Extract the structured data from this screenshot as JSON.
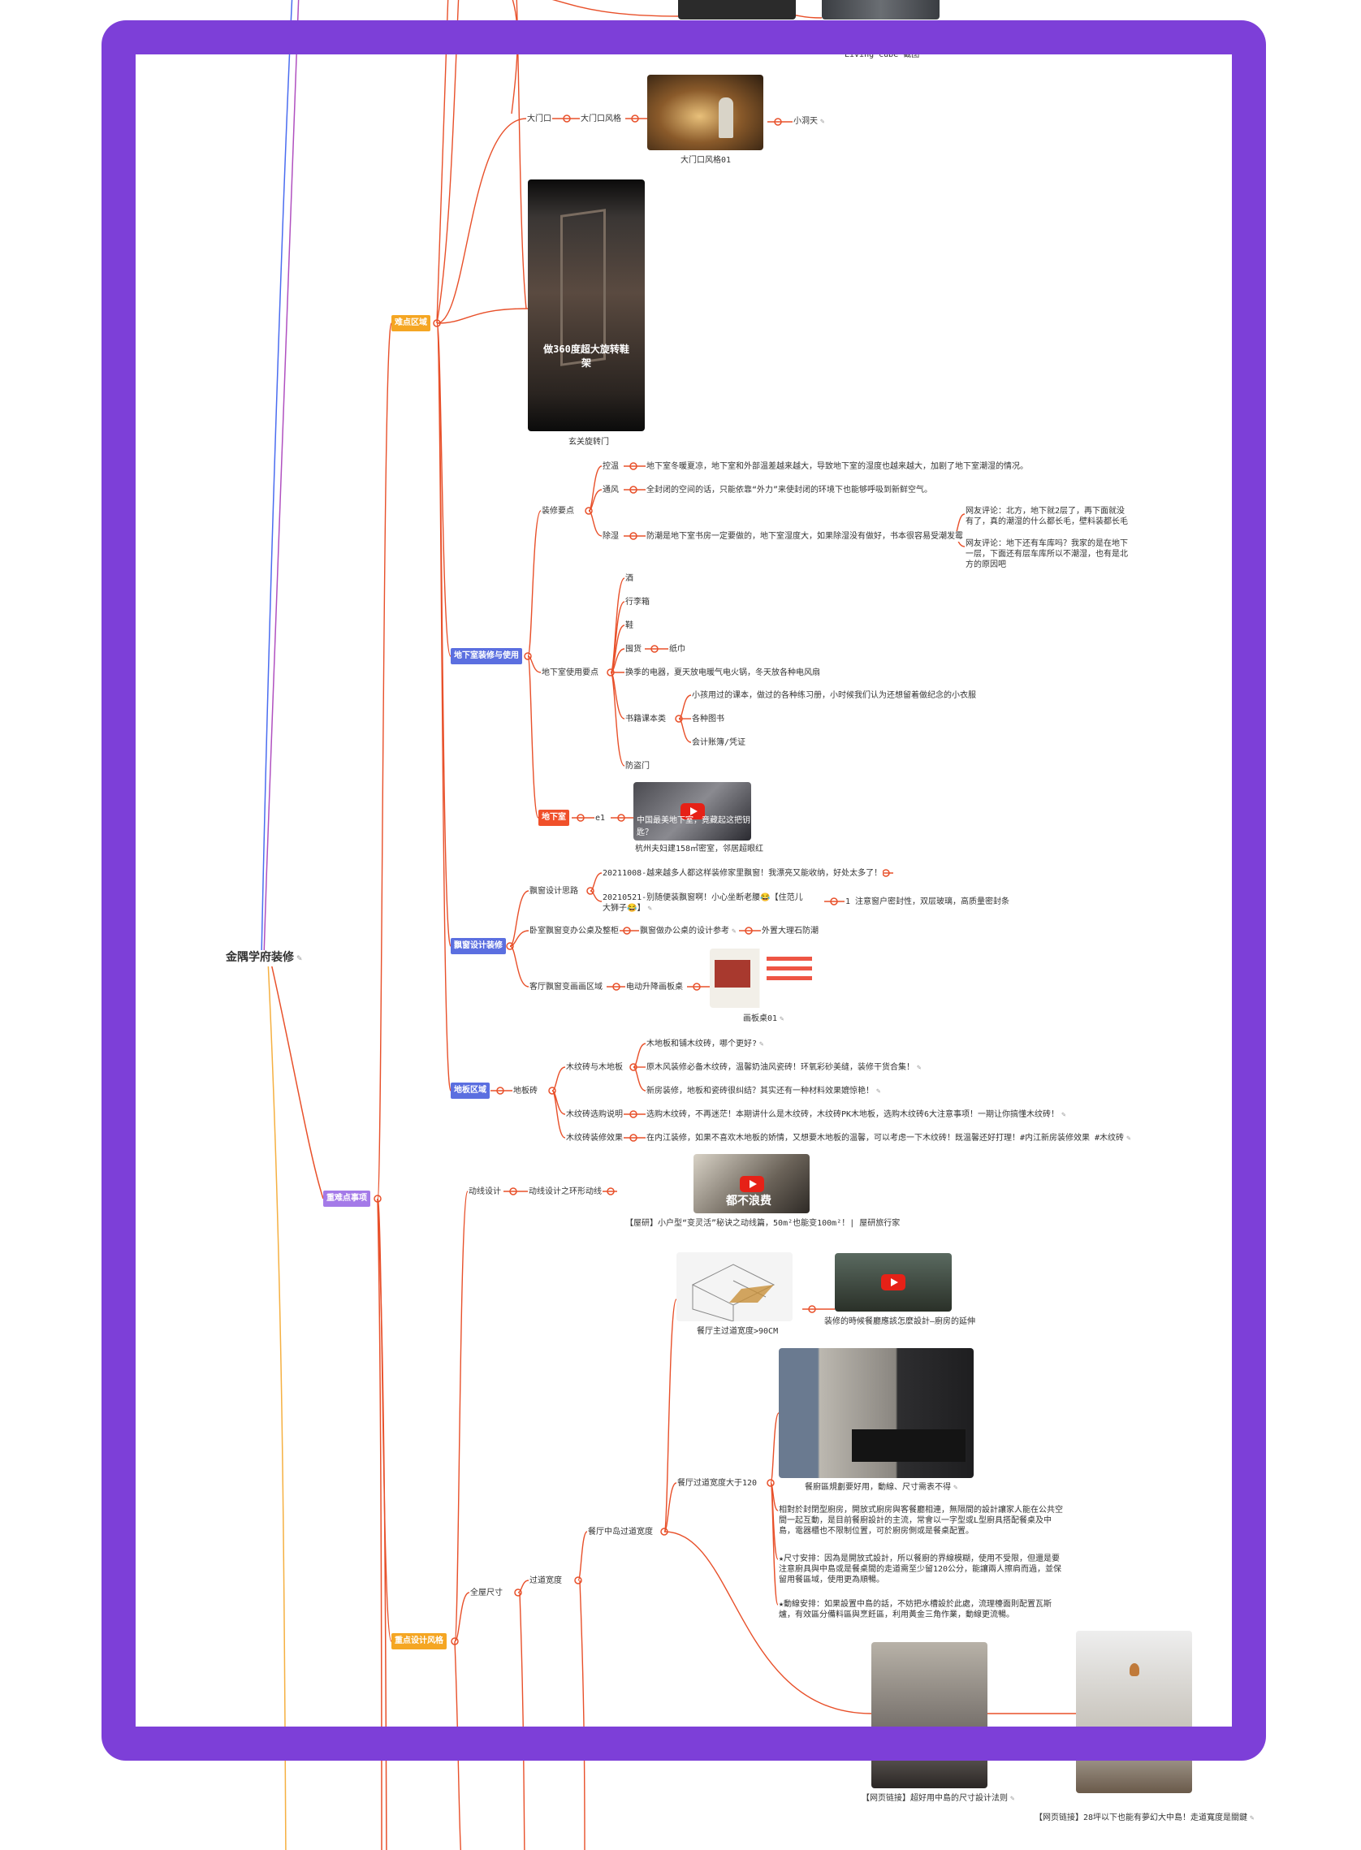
{
  "title": "金隅学府装修",
  "tags": {
    "nandian": "难点区域",
    "dixiashi": "地下室装修与使用",
    "dixiashi2": "地下室",
    "piaochuang": "飘窗设计装修",
    "diban": "地板区域",
    "zhongnan": "重难点事项",
    "zhongdian": "重点设计风格"
  },
  "nodes": {
    "living_cube": "Living cube 截图",
    "damenkou": "大门口",
    "damenkou_style": "大门口风格",
    "damenkou01": "大门口风格01",
    "xiaodongtian": "小洞天",
    "xuanguan": "玄关旋转门",
    "shoe_overlay": "做360度超大旋转鞋架",
    "zx_yaodian": "装修要点",
    "kongwen": "控温",
    "kongwen_desc": "地下室冬暖夏凉，地下室和外部温差越来越大，导致地下室的湿度也越来越大，加剧了地下室潮湿的情况。",
    "tongfeng": "通风",
    "tongfeng_desc": "全封闭的空间的话，只能依靠“外力”来使封闭的环境下也能够呼吸到新鲜空气。",
    "chushi": "除湿",
    "chushi_desc": "防潮是地下室书房一定要做的，地下室湿度大，如果除湿没有做好，书本很容易受潮发霉",
    "comment1": "网友评论：北方，地下就2层了，再下面就没有了，真的潮湿的什么都长毛，壁料装都长毛",
    "comment2": "网友评论：地下还有车库吗？我家的是在地下一层，下面还有层车库所以不潮湿，也有是北方的原因吧",
    "use_yaodian": "地下室使用要点",
    "jiu": "酒",
    "xinglixiang": "行李箱",
    "xie": "鞋",
    "tunhuo": "囤货",
    "zhijin": "纸巾",
    "huanji": "换季的电器，夏天放电暖气电火锅，冬天放各种电风扇",
    "shuji": "书籍课本类",
    "kebenk": "小孩用过的课本，做过的各种练习册，小时候我们认为还想留着做纪念的小衣服",
    "gezhong": "各种图书",
    "kuaiji": "会计账簿/凭证",
    "fangdaomen": "防盗门",
    "e1": "e1",
    "hangzhou_cap": "杭州夫妇建158㎡密室，邻居超眼红",
    "video_overlay": "中国最美地下室，竟藏起这把钥匙？",
    "piao_silu": "飘窗设计思路",
    "piao_1": "20211008-越来越多人都这样装修家里飘窗！我漂亮又能收纳，好处太多了！",
    "piao_2": "20210521-别随便装飘窗啊！小心坐断老腰😂【住范儿大狮子😂】",
    "piao_2_note": "1 注意窗户密封性，双层玻璃，高质量密封条",
    "woshi_piao": "卧室飘窗变办公桌及整柜",
    "piao_office": "飘窗做办公桌的设计参考",
    "waizhi": "外置大理石防潮",
    "keting_piao": "客厅飘窗变画画区域",
    "diandong": "电动升降画板桌",
    "huaban_cap": "画板桌01",
    "diban_zhuan": "地板砖",
    "muwen_vs": "木纹砖与木地板",
    "mw_1": "木地板和铺木纹砖，哪个更好?",
    "mw_2": "原木风装修必备木纹砖，温馨奶油风瓷砖！环氧彩砂美缝，装修干货合集！",
    "mw_3": "新房装修，地板和瓷砖很纠结？其实还有一种材料效果媲惊艳！",
    "mw_shuoming": "木纹砖选购说明",
    "mw_shuoming_desc": "选购木纹砖，不再迷茫！本期讲什么是木纹砖，木纹砖PK木地板，选购木纹砖6大注意事项！一期让你搞懂木纹砖！",
    "mw_xiaoguo": "木纹砖装修效果",
    "mw_xiaoguo_desc": "在内江装修，如果不喜欢木地板的娇情，又想要木地板的温馨，可以考虑一下木纹砖！既温馨还好打理！#内江新房装修效果 #木纹砖",
    "dongxian": "动线设计",
    "dongxian_huan": "动线设计之环形动线",
    "wuyan_cap": "【屋研】小户型“变灵活”秘诀之动线篇，50m²也能变100m²！| 屋研旅行家",
    "wuyan_overlay": "都不浪费",
    "canting_kuandu": "餐厅主过道宽度>90CM",
    "chufang_cap": "装修的時候餐廳應該怎麼設計—廚房的延伸",
    "quanwu": "全屋尺寸",
    "guodao_kuandu": "过道宽度",
    "canting_zhongdao": "餐厅中岛过道宽度",
    "canting_120": "餐厅过道宽度大于120",
    "canchu_cap": "餐廚區規劃要好用，動線、尺寸需表不得",
    "para1": "相對於封閉型廚房，開放式廚房與客餐廳相連，無隔間的設計讓家人能在公共空間一起互動，是目前餐廚設計的主流，常會以一字型或L型廚具搭配餐桌及中島，電器櫃也不限制位置，可於廚房側或是餐桌配置。",
    "para2": "★尺寸安排：因為是開放式設計，所以餐廚的界線模糊，使用不受限，但還是要注意廚具與中島或是餐桌間的走道需至少留120公分，能讓兩人擦肩而過，並保留用餐區域，使用更為順暢。",
    "para3": "★動線安排：如果設置中島的話，不妨把水槽設於此處，流理檯面則配置瓦斯爐，有效區分備料區與烹飪區，利用黃金三角作業，動線更流暢。",
    "link1_cap": "【网页链接】超好用中島的尺寸設计法则",
    "link2_cap": "【网页链接】28坪以下也能有夢幻大中島！走道寬度是關鍵"
  },
  "colors": {
    "frame": "#7d3fd8",
    "branch": "#e8502a",
    "tag_orange": "#f5a623",
    "tag_blue": "#5b6fe0",
    "tag_red": "#f0502a",
    "tag_purple": "#a47ae8",
    "line_blue": "#4a6cf0",
    "line_purple": "#b050c0",
    "line_yellow": "#f5b041"
  },
  "icons": [
    "pin-icon",
    "play-icon"
  ]
}
